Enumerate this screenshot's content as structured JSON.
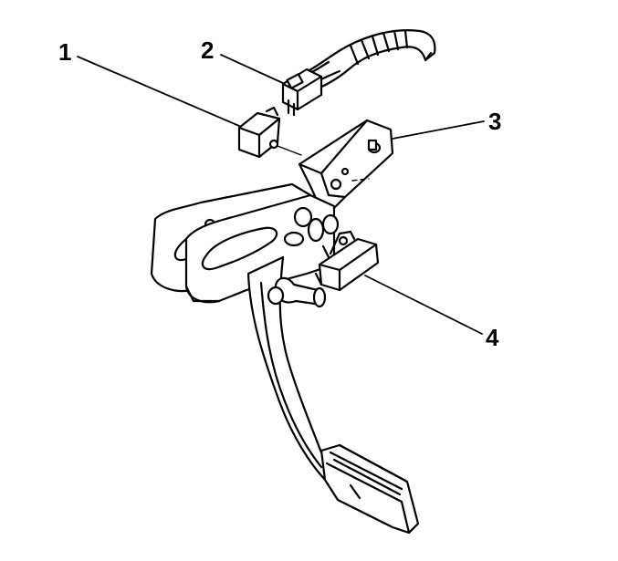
{
  "colors": {
    "line": "#000000",
    "fill": "#ffffff"
  },
  "callouts": [
    {
      "label": "1"
    },
    {
      "label": "2"
    },
    {
      "label": "3"
    },
    {
      "label": "4"
    }
  ]
}
